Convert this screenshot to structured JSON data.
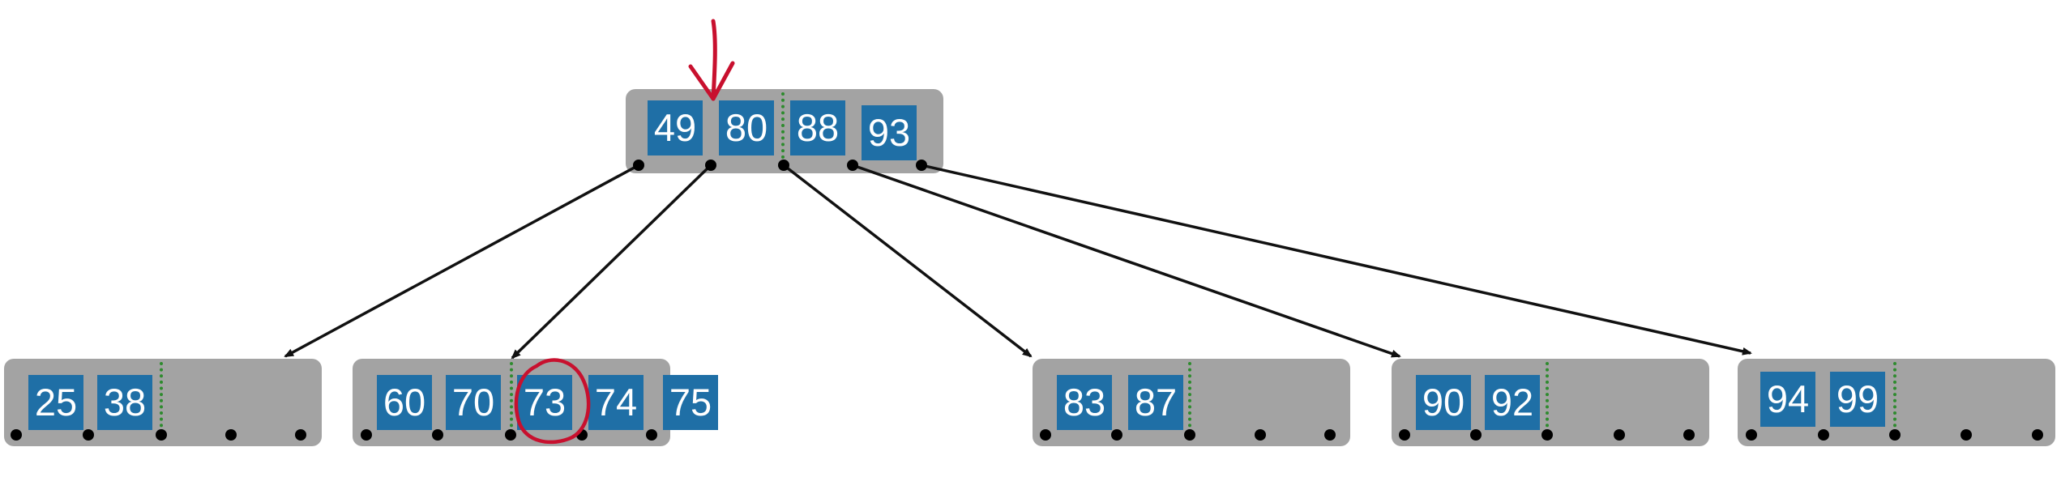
{
  "root": {
    "keys": [
      "49",
      "80",
      "88",
      "93"
    ]
  },
  "leaves": [
    {
      "keys": [
        "25",
        "38"
      ]
    },
    {
      "keys": [
        "60",
        "70",
        "73",
        "74"
      ],
      "overflow_key": "75",
      "circled_key": "73"
    },
    {
      "keys": [
        "83",
        "87"
      ]
    },
    {
      "keys": [
        "90",
        "92"
      ]
    },
    {
      "keys": [
        "94",
        "99"
      ]
    }
  ],
  "colors": {
    "node_fill": "#a3a3a3",
    "key_fill": "#1f6fa6",
    "key_text": "#ffffff",
    "separator": "#2e8b2e",
    "edge": "#111111",
    "annotation": "#c8102e"
  },
  "annotations": {
    "insert_arrow_icon": "down-arrow-icon",
    "circle_icon": "circle-highlight-icon"
  }
}
